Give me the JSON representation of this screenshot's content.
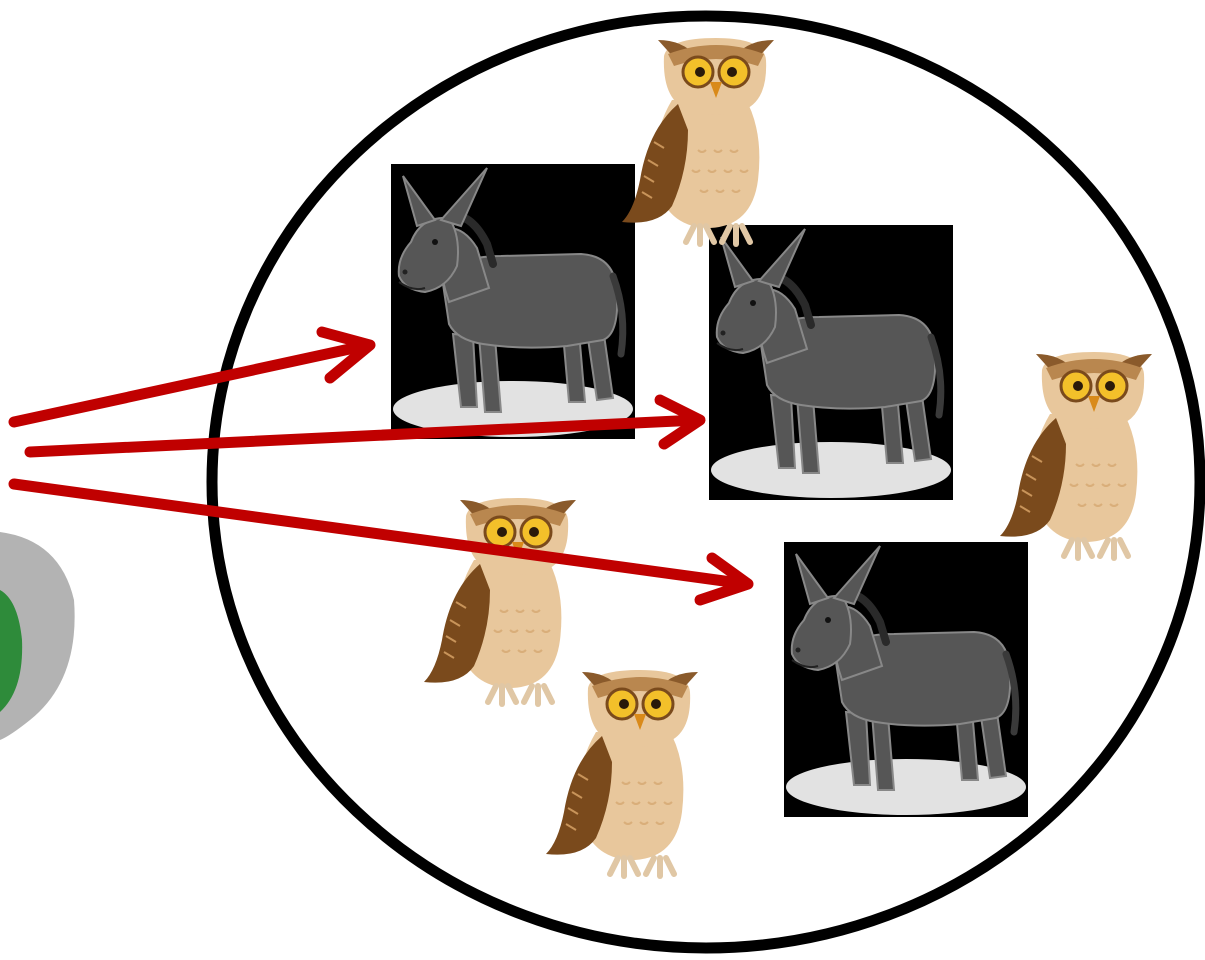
{
  "diagram": {
    "kind": "illustration",
    "text_labels": [],
    "colors": {
      "background": "#ffffff",
      "set_outline": "#000000",
      "arrow": "#c00000",
      "source_green": "#2e8b3a",
      "source_grey": "#b3b3b3",
      "donkey_tile": "#000000",
      "donkey_body": "#565656",
      "donkey_shadow": "#e2e2e2",
      "owl_body": "#e8c79c",
      "owl_wing": "#7a4a1c",
      "owl_eye": "#f3c02a"
    },
    "set": {
      "shape": "circle",
      "donkey_count": 3,
      "owl_count": 4
    },
    "arrows": {
      "count": 3,
      "source": "green-grey-shape",
      "targets": [
        "donkey-1",
        "donkey-2",
        "donkey-3"
      ]
    },
    "icons": [
      "donkey-icon",
      "owl-icon",
      "source-shape-icon"
    ]
  }
}
